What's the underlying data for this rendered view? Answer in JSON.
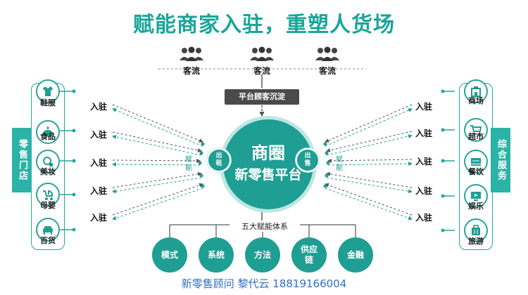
{
  "title": "赋能商家入驻，重塑人货场",
  "customer_flows": [
    "客流",
    "客流",
    "客流"
  ],
  "sediment_box": "平台顾客沉淀",
  "hub": {
    "line1": "商圈",
    "line2": "新零售平台",
    "left_pill": [
      "出",
      "租"
    ],
    "right_pill": [
      "出",
      "售"
    ],
    "empower_left": "赋能",
    "empower_right": "赋能"
  },
  "left_panel": {
    "tag": "零售门店",
    "items": [
      {
        "label": "鞋服",
        "icon": "clothing-icon"
      },
      {
        "label": "食品",
        "icon": "food-icon"
      },
      {
        "label": "美妆",
        "icon": "cosmetics-icon"
      },
      {
        "label": "母婴",
        "icon": "stroller-icon"
      },
      {
        "label": "百货",
        "icon": "sofa-icon"
      }
    ]
  },
  "right_panel": {
    "tag": "综合服务",
    "items": [
      {
        "label": "商场",
        "icon": "mall-icon"
      },
      {
        "label": "超市",
        "icon": "cart-icon"
      },
      {
        "label": "餐饮",
        "icon": "dining-icon"
      },
      {
        "label": "娱乐",
        "icon": "entertainment-icon"
      },
      {
        "label": "旅游",
        "icon": "travel-icon"
      }
    ]
  },
  "entry_label": "入驻",
  "system_label": "五大赋能体系",
  "pillars": [
    {
      "label": "模式"
    },
    {
      "label": "系统"
    },
    {
      "label": "方法"
    },
    {
      "label": "供应链"
    },
    {
      "label": "金融"
    }
  ],
  "footer": "新零售顾问 黎代云 18819166004",
  "colors": {
    "teal": "#1f9e93",
    "title": "#1aa59a",
    "dark_box": "#4a4a4a",
    "footer": "#2f6fc8"
  }
}
